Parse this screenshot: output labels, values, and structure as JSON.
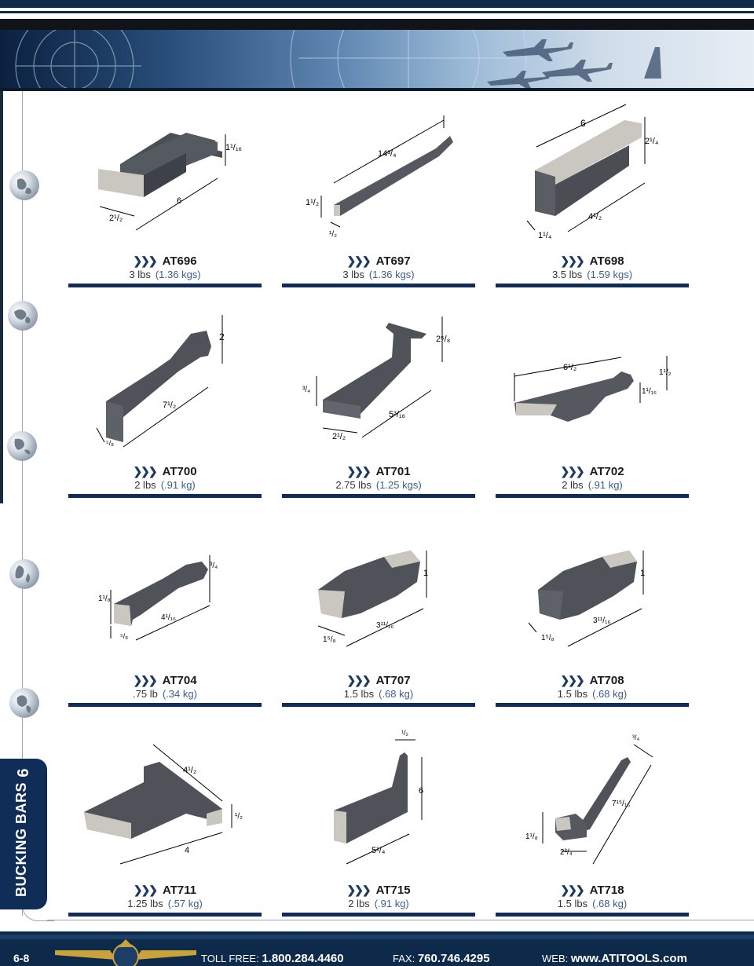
{
  "tab": {
    "number": "6",
    "label": "BUCKING BARS"
  },
  "footer": {
    "page": "6-8",
    "tollfree_label": "TOLL FREE:",
    "tollfree_value": "1.800.284.4460",
    "fax_label": "FAX:",
    "fax_value": "760.746.4295",
    "web_label": "WEB:",
    "web_value": "www.ATITOOLS.com"
  },
  "products": [
    {
      "model": "AT696",
      "weight": "3 lbs",
      "metric": "(1.36 kgs)",
      "dims": [
        "1¹/₁₆",
        "2¹/₂",
        "6"
      ]
    },
    {
      "model": "AT697",
      "weight": "3 lbs",
      "metric": "(1.36 kgs)",
      "dims": [
        "14³/₄",
        "1¹/₂",
        "¹/₂"
      ]
    },
    {
      "model": "AT698",
      "weight": "3.5 lbs",
      "metric": "(1.59 kgs)",
      "dims": [
        "6",
        "2¹/₄",
        "4¹/₂",
        "1¹/₄"
      ]
    },
    {
      "model": "AT700",
      "weight": "2 lbs",
      "metric": "(.91 kg)",
      "dims": [
        "2",
        "7¹/₂",
        "⁵/₈"
      ]
    },
    {
      "model": "AT701",
      "weight": "2.75 lbs",
      "metric": "(1.25 kgs)",
      "dims": [
        "2⁵/₈",
        "³/₄",
        "5³/₁₆",
        "2¹/₂"
      ]
    },
    {
      "model": "AT702",
      "weight": "2 lbs",
      "metric": "(.91 kg)",
      "dims": [
        "6¹/₂",
        "1¹/₂",
        "1¹/₁₆"
      ]
    },
    {
      "model": "AT704",
      "weight": ".75 lb",
      "metric": "(.34 kg)",
      "dims": [
        "³/₄",
        "1¹/₈",
        "4¹/₁₆",
        "⁵/₈"
      ]
    },
    {
      "model": "AT707",
      "weight": "1.5 lbs",
      "metric": "(.68 kg)",
      "dims": [
        "1",
        "3¹¹/₁₆",
        "1⁵/₈"
      ]
    },
    {
      "model": "AT708",
      "weight": "1.5 lbs",
      "metric": "(.68 kg)",
      "dims": [
        "1",
        "3¹¹/₁₆",
        "1⁵/₈"
      ]
    },
    {
      "model": "AT711",
      "weight": "1.25 lbs",
      "metric": "(.57 kg)",
      "dims": [
        "4¹/₂",
        "¹/₂",
        "4"
      ]
    },
    {
      "model": "AT715",
      "weight": "2 lbs",
      "metric": "(.91 kg)",
      "dims": [
        "¹/₂",
        "6",
        "5¹/₄"
      ]
    },
    {
      "model": "AT718",
      "weight": "1.5 lbs",
      "metric": "(.68 kg)",
      "dims": [
        "³/₄",
        "7¹⁵/₁₆",
        "1¹/₈",
        "2³/₄"
      ]
    }
  ]
}
